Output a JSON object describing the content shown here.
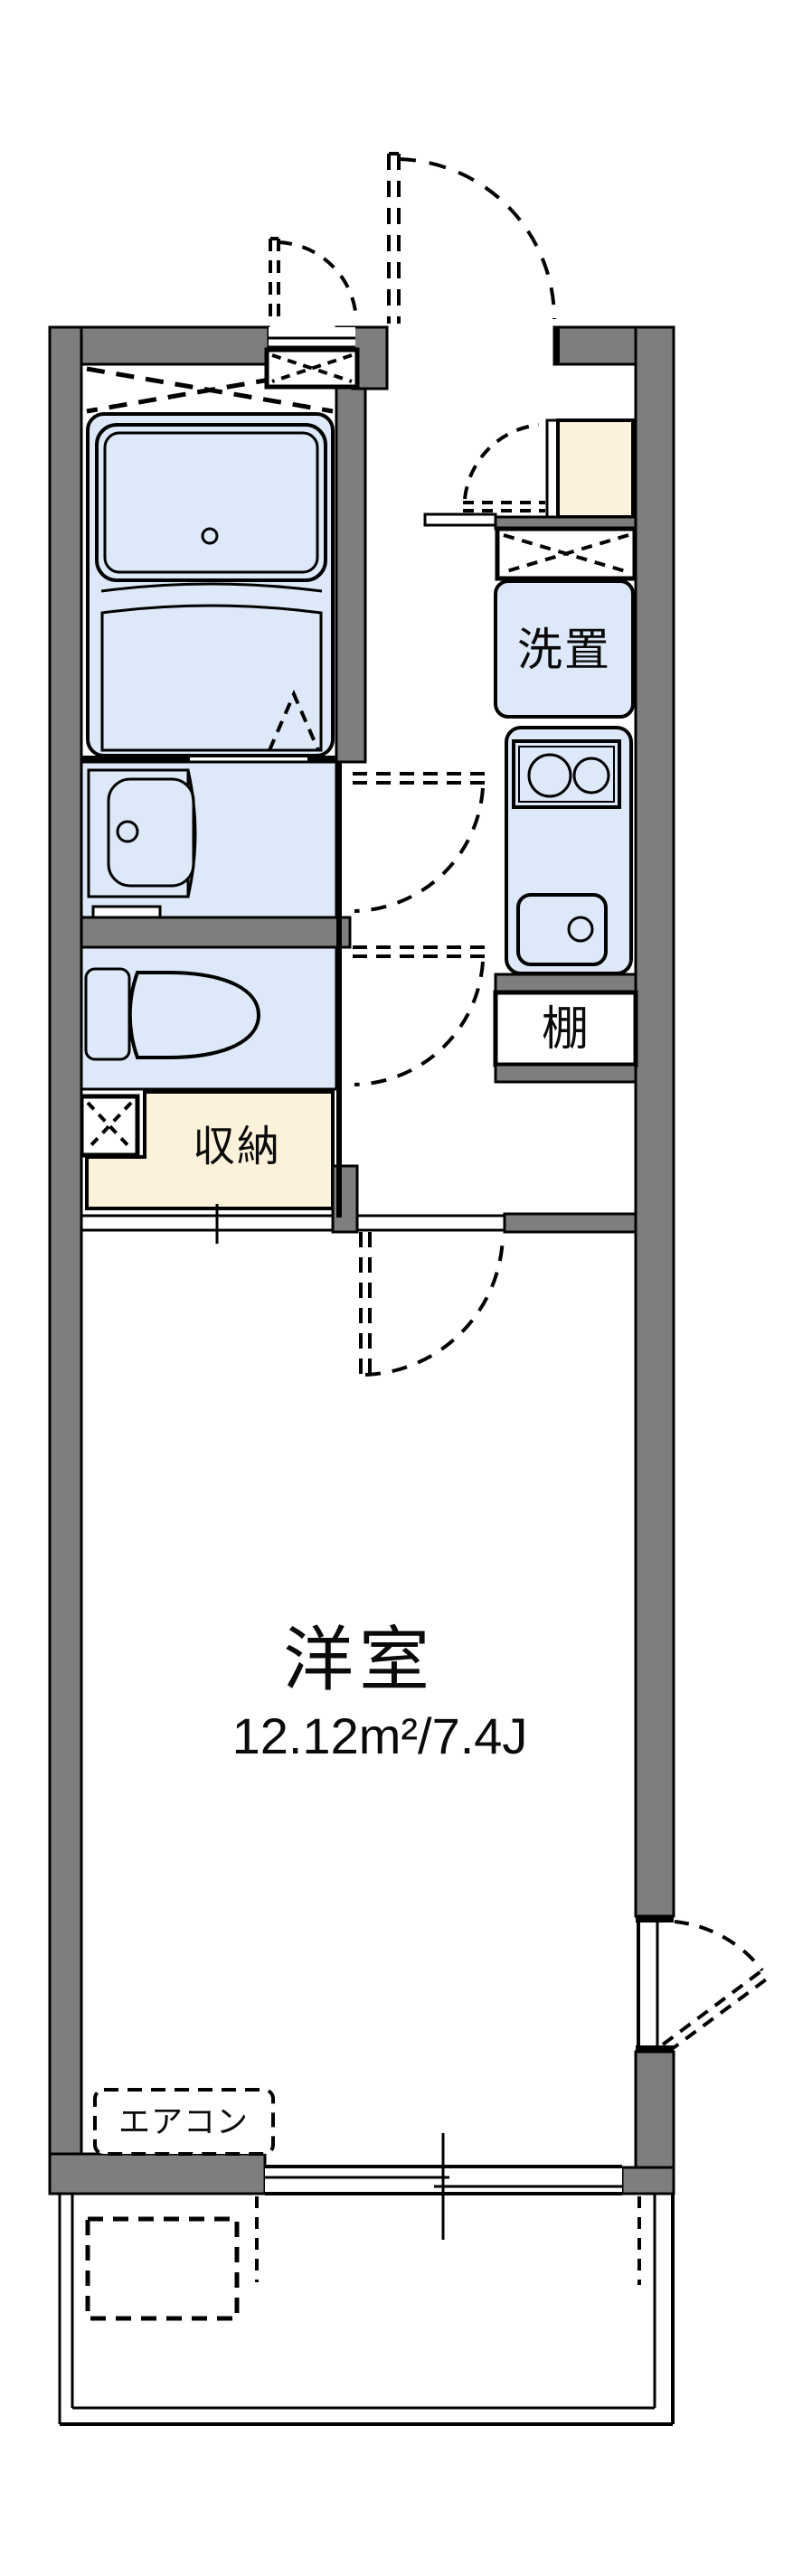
{
  "plan": {
    "type": "floor-plan",
    "labels": {
      "washer": "洗置",
      "shelf": "棚",
      "storage": "収納",
      "main_room": "洋室",
      "main_room_area": "12.12m²/7.4J",
      "aircon": "エアコン"
    },
    "colors": {
      "wall": "#7e7e7e",
      "blue": "#dde8f8",
      "cream": "#fcf1da",
      "line": "#000000",
      "background": "#ffffff"
    }
  }
}
